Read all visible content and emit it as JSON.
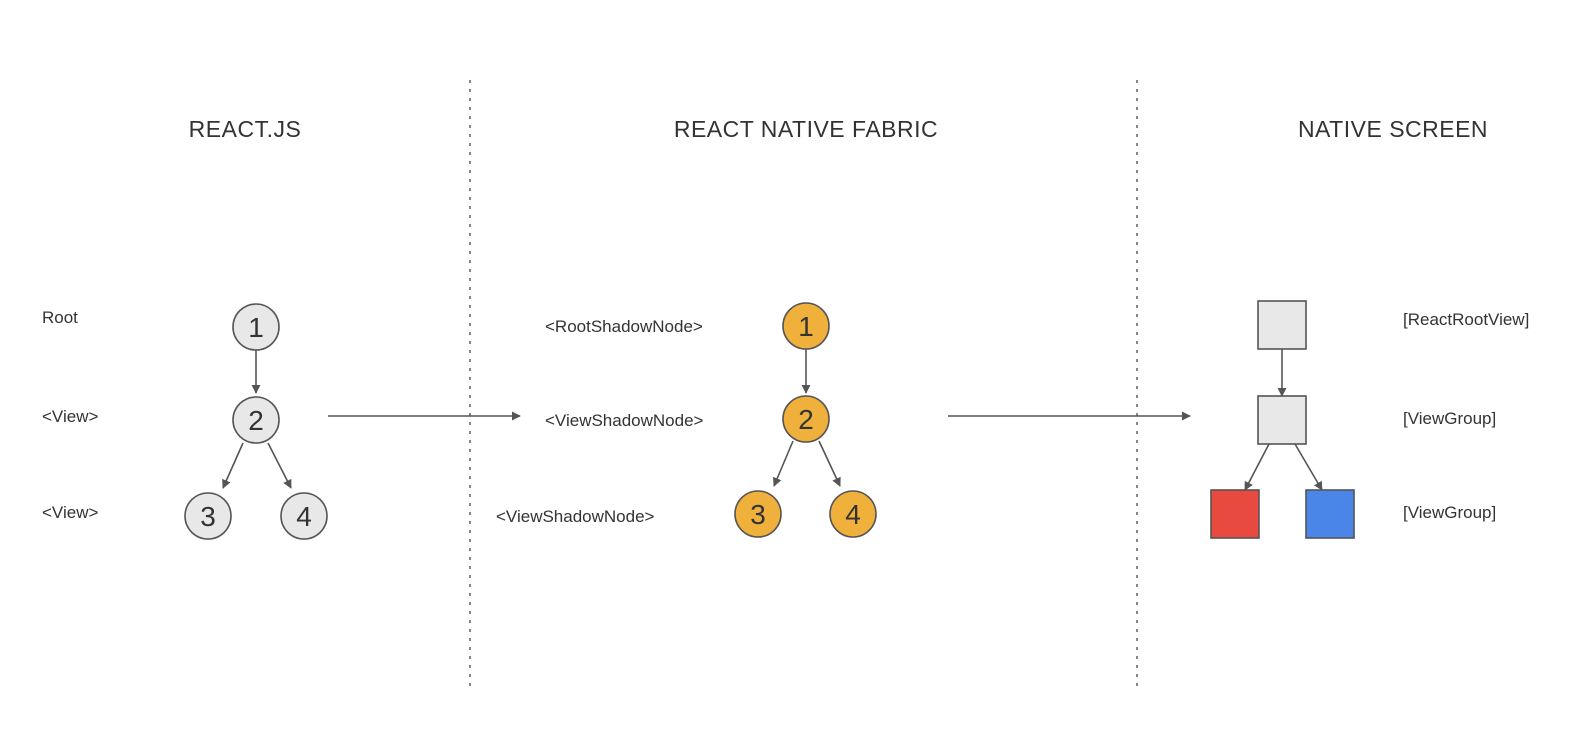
{
  "colors": {
    "text": "#333333",
    "line": "#555555",
    "gray_node": "#e8e8e8",
    "orange_node": "#f0b03c",
    "red_view": "#e84a3f",
    "blue_view": "#4a86e8"
  },
  "react_js": {
    "heading": "REACT.JS",
    "row_labels": [
      "Root",
      "<View>",
      "<View>"
    ],
    "nodes": [
      "1",
      "2",
      "3",
      "4"
    ]
  },
  "fabric": {
    "heading": "REACT NATIVE FABRIC",
    "row_labels": [
      "<RootShadowNode>",
      "<ViewShadowNode>",
      "<ViewShadowNode>"
    ],
    "nodes": [
      "1",
      "2",
      "3",
      "4"
    ]
  },
  "native": {
    "heading": "NATIVE SCREEN",
    "row_labels": [
      "[ReactRootView]",
      "[ViewGroup]",
      "[ViewGroup]"
    ]
  }
}
